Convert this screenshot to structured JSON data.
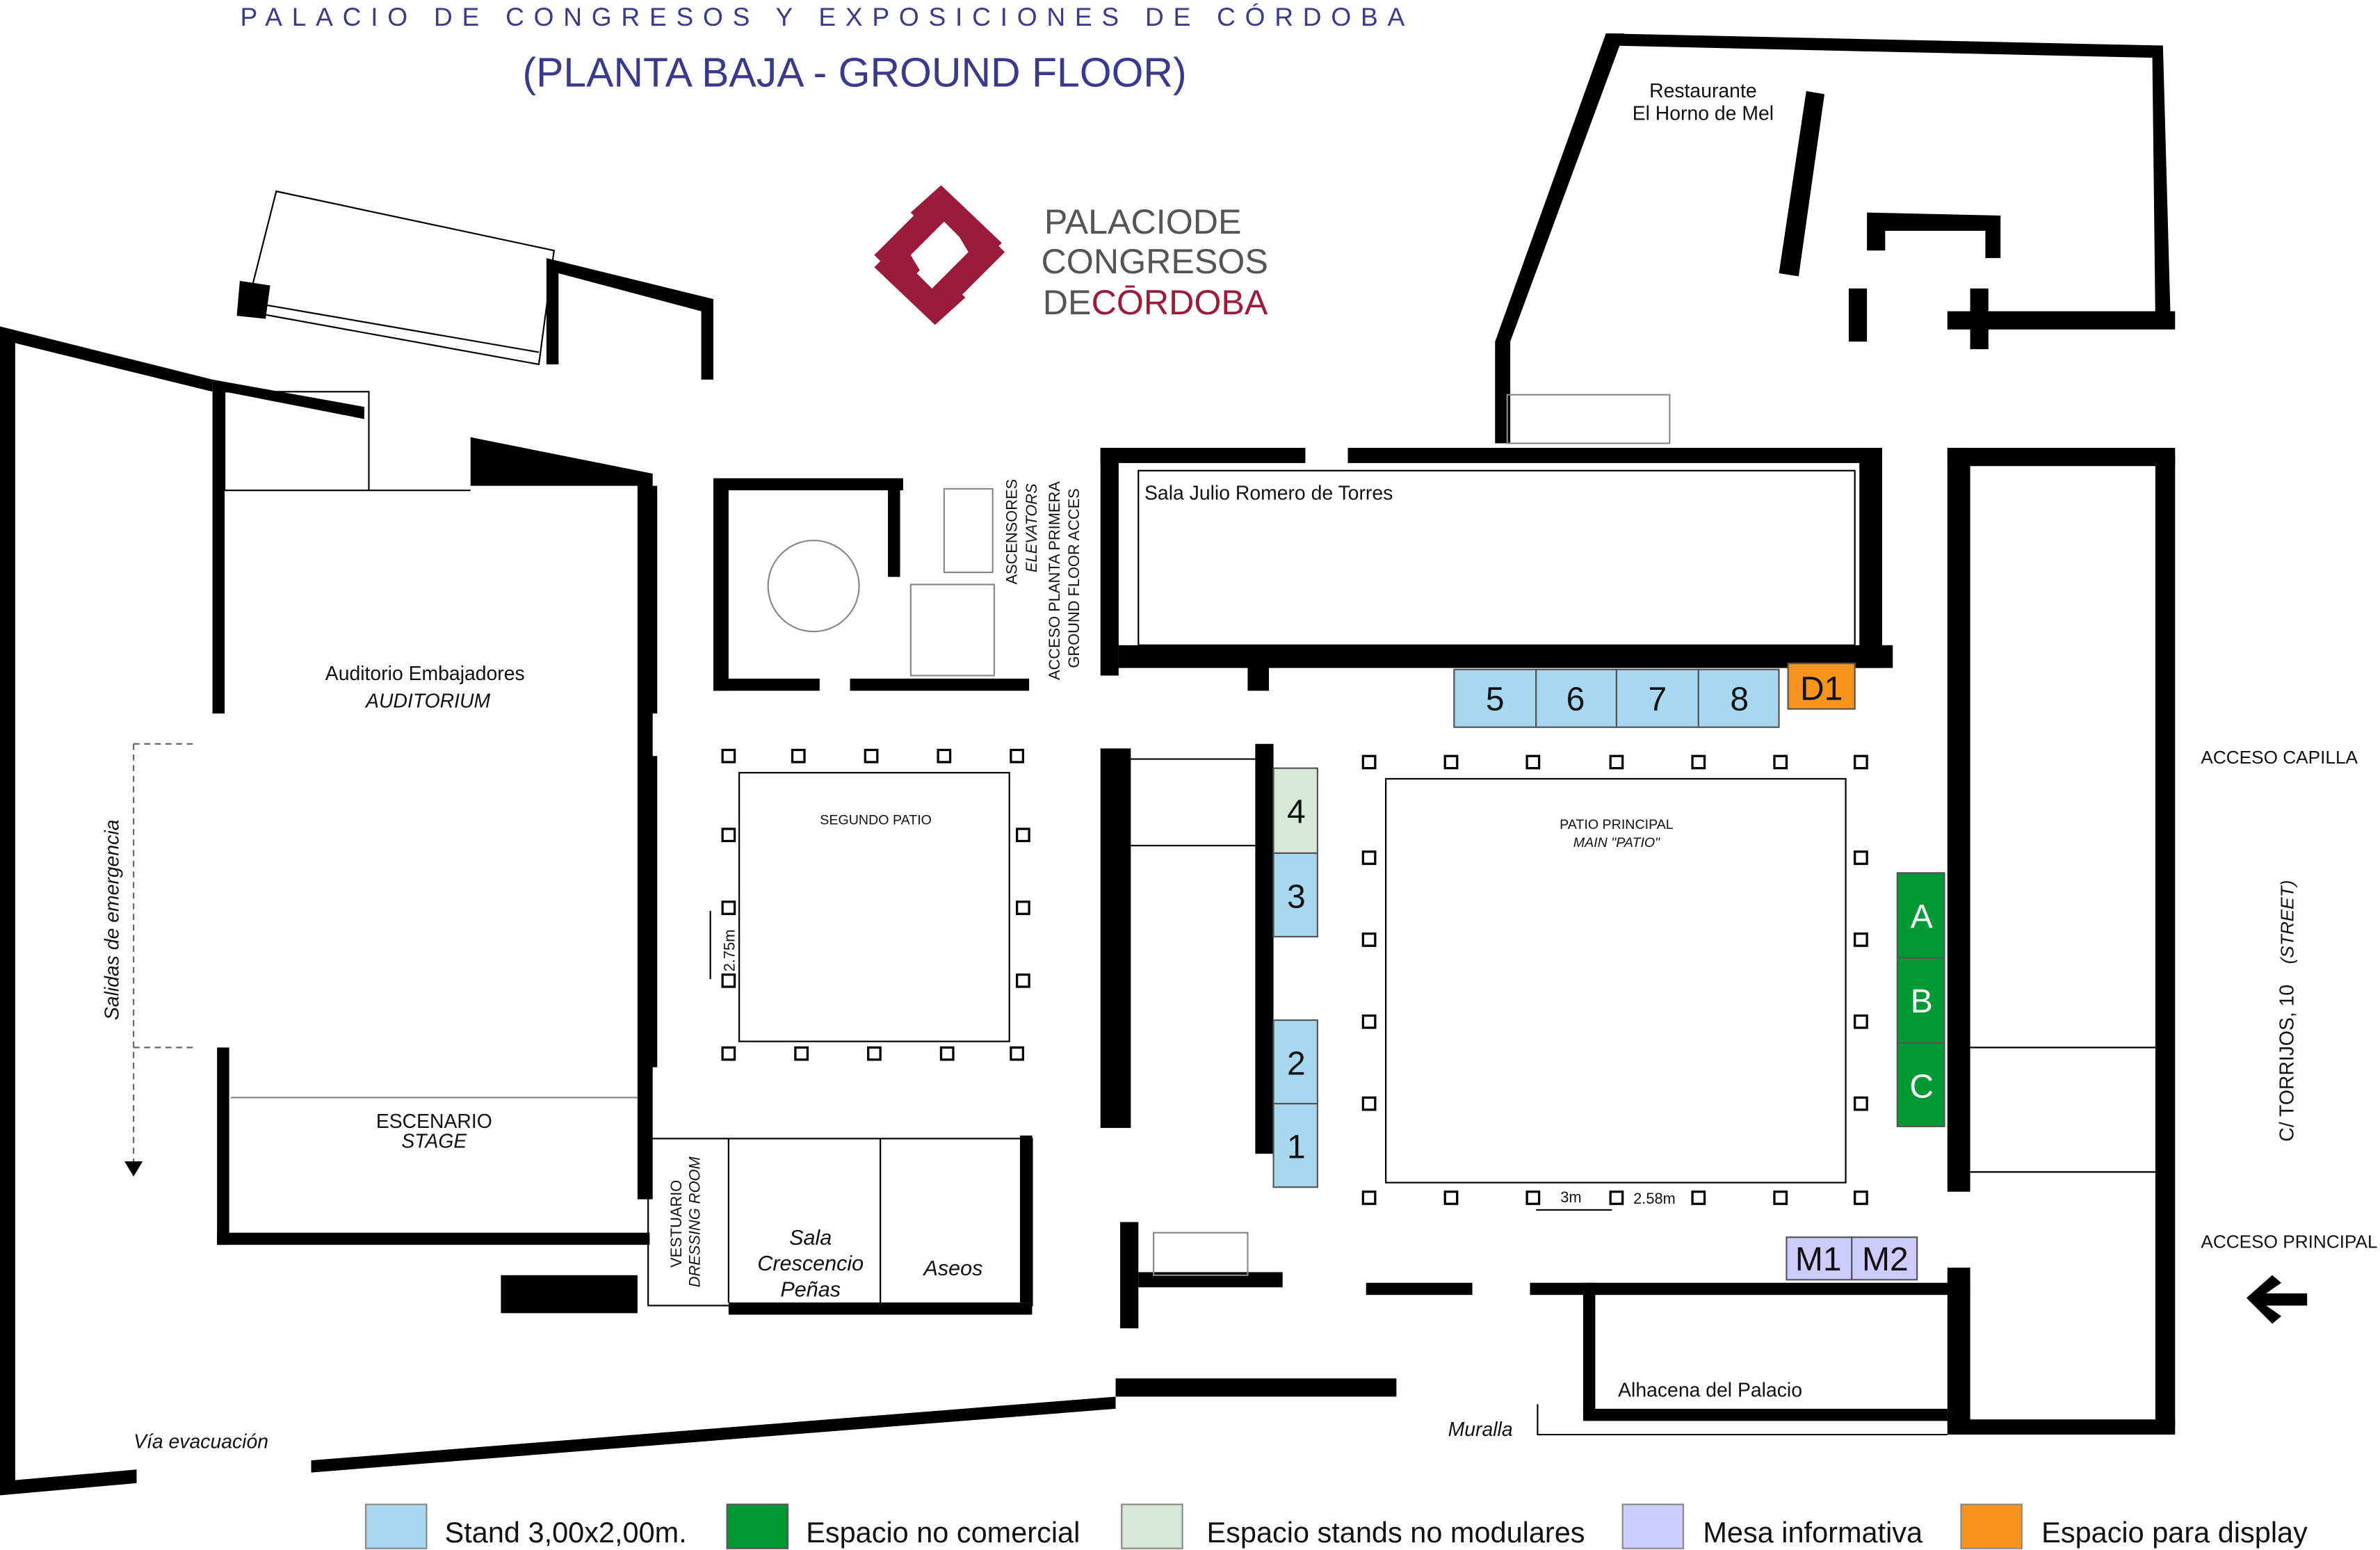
{
  "header": {
    "title": "PALACIO DE CONGRESOS Y EXPOSICIONES DE CÓRDOBA",
    "subtitle": "(PLANTA BAJA  -  GROUND FLOOR)"
  },
  "logo": {
    "line1": "PALACIODE",
    "line2": "CONGRESOS",
    "line3_a": "DE",
    "line3_b": "CŌRDOBA",
    "color": "#9b1b3a"
  },
  "rooms": {
    "restaurante_1": "Restaurante",
    "restaurante_2": "El Horno de Mel",
    "sala_julio": "Sala Julio Romero de Torres",
    "ascensores": "ASCENSORES",
    "elevators": "ELEVATORS",
    "acceso_planta": "ACCESO PLANTA PRIMERA",
    "ground_floor": "GROUND FLOOR ACCES",
    "auditorio": "Auditorio Embajadores",
    "auditorium": "AUDITORIUM",
    "salidas": "Salidas de emergencia",
    "segundo_patio": "SEGUNDO PATIO",
    "dim_275": "2.75m",
    "patio_principal": "PATIO PRINCIPAL",
    "main_patio": "MAIN \"PATIO\"",
    "dim_3m": "3m",
    "dim_258": "2.58m",
    "escenario": "ESCENARIO",
    "stage": "STAGE",
    "vestuario": "VESTUARIO",
    "dressing": "DRESSING ROOM",
    "sala_1": "Sala",
    "sala_2": "Crescencio",
    "sala_3": "Peñas",
    "aseos": "Aseos",
    "alhacena": "Alhacena del Palacio",
    "muralla": "Muralla",
    "via": "Vía evacuación",
    "acceso_capilla": "ACCESO CAPILLA",
    "acceso_principal": "ACCESO PRINCIPAL",
    "street": "C/ TORRIJOS, 10",
    "street_en": "(STREET)"
  },
  "stands": [
    {
      "id": "5",
      "type": "stand"
    },
    {
      "id": "6",
      "type": "stand"
    },
    {
      "id": "7",
      "type": "stand"
    },
    {
      "id": "8",
      "type": "stand"
    },
    {
      "id": "D1",
      "type": "display"
    },
    {
      "id": "4",
      "type": "no_modular"
    },
    {
      "id": "3",
      "type": "stand"
    },
    {
      "id": "2",
      "type": "stand"
    },
    {
      "id": "1",
      "type": "stand"
    },
    {
      "id": "A",
      "type": "no_comercial"
    },
    {
      "id": "B",
      "type": "no_comercial"
    },
    {
      "id": "C",
      "type": "no_comercial"
    },
    {
      "id": "M1",
      "type": "mesa"
    },
    {
      "id": "M2",
      "type": "mesa"
    }
  ],
  "colors": {
    "stand": "#a8d8f0",
    "no_comercial": "#009933",
    "no_modular": "#d6e8d8",
    "mesa": "#ccccff",
    "display": "#f7941d"
  },
  "legend": [
    {
      "label": "Stand 3,00x2,00m.",
      "color": "#a8d8f0"
    },
    {
      "label": "Espacio no comercial",
      "color": "#009933"
    },
    {
      "label": "Espacio stands no modulares",
      "color": "#d6e8d8"
    },
    {
      "label": "Mesa informativa",
      "color": "#ccccff"
    },
    {
      "label": "Espacio para display",
      "color": "#f7941d"
    }
  ]
}
